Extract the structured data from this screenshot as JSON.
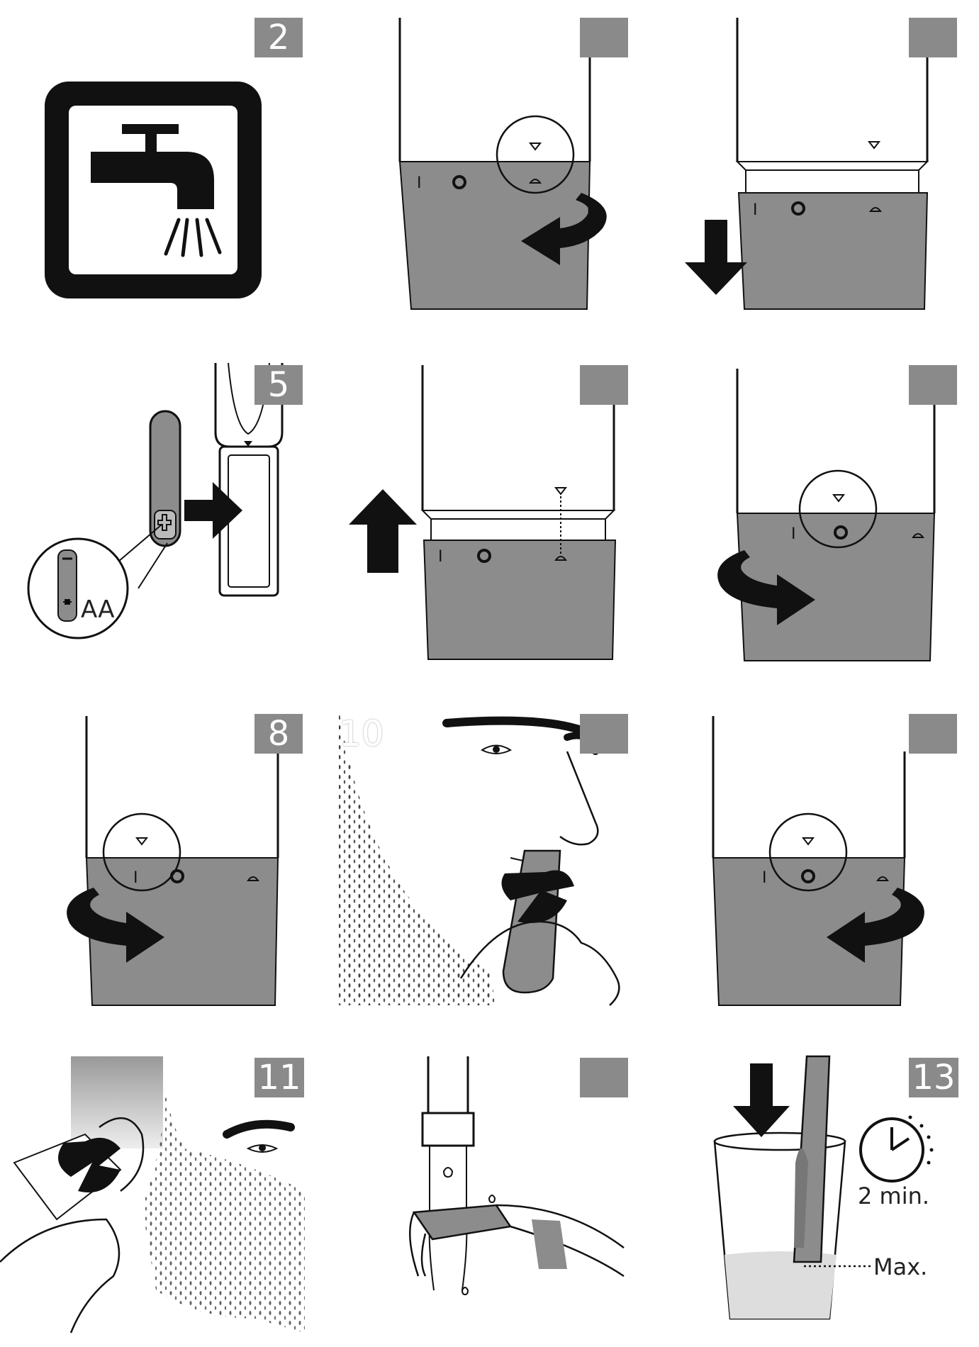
{
  "steps": {
    "s2": {
      "number": "2"
    },
    "s3": {
      "number": ""
    },
    "s4": {
      "number": ""
    },
    "s5": {
      "number": "5",
      "battery_label": "AA"
    },
    "s6": {
      "number": ""
    },
    "s7": {
      "number": ""
    },
    "s8": {
      "number": "8"
    },
    "s9": {
      "number": "",
      "overlap_text": "10"
    },
    "s10": {
      "number": ""
    },
    "s11": {
      "number": "11"
    },
    "s12": {
      "number": ""
    },
    "s13": {
      "number": "13",
      "timer_label": "2 min.",
      "max_label": "Max."
    }
  },
  "colors": {
    "badge": "#8a8a8a",
    "fill_gray": "#8c8c8c",
    "ink": "#111111",
    "beard": "#555555"
  },
  "icons": {
    "s2": "faucet-icon",
    "arrows": "curved-arrow-icon",
    "timer": "clock-icon"
  }
}
